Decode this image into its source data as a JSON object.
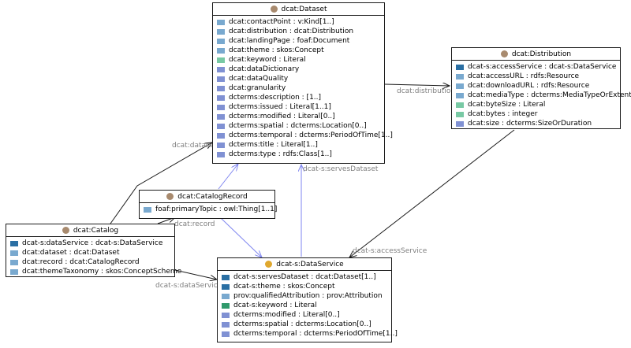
{
  "icon_colors": {
    "object-ref-dark": "#2a6fa3",
    "object-ref": "#79a9cf",
    "literal": "#78c9a4",
    "literal-dark": "#2f9a6b",
    "annotation": "#8091d3"
  },
  "classes": {
    "dataset": {
      "name": "dcat:Dataset",
      "dot_color": "#a88a6e",
      "props": [
        {
          "label": "dcat:contactPoint : v:Kind[1..]",
          "kind": "object-ref"
        },
        {
          "label": "dcat:distribution : dcat:Distribution",
          "kind": "object-ref"
        },
        {
          "label": "dcat:landingPage : foaf:Document",
          "kind": "object-ref"
        },
        {
          "label": "dcat:theme : skos:Concept",
          "kind": "object-ref"
        },
        {
          "label": "dcat:keyword : Literal",
          "kind": "literal"
        },
        {
          "label": "dcat:dataDictionary",
          "kind": "annotation"
        },
        {
          "label": "dcat:dataQuality",
          "kind": "annotation"
        },
        {
          "label": "dcat:granularity",
          "kind": "annotation"
        },
        {
          "label": "dcterms:description : [1..]",
          "kind": "annotation"
        },
        {
          "label": "dcterms:issued : Literal[1..1]",
          "kind": "annotation"
        },
        {
          "label": "dcterms:modified : Literal[0..]",
          "kind": "annotation"
        },
        {
          "label": "dcterms:spatial : dcterms:Location[0..]",
          "kind": "annotation"
        },
        {
          "label": "dcterms:temporal : dcterms:PeriodOfTime[1..]",
          "kind": "annotation"
        },
        {
          "label": "dcterms:title : Literal[1..]",
          "kind": "annotation"
        },
        {
          "label": "dcterms:type : rdfs:Class[1..]",
          "kind": "annotation"
        }
      ]
    },
    "distribution": {
      "name": "dcat:Distribution",
      "dot_color": "#a88a6e",
      "props": [
        {
          "label": "dcat-s:accessService : dcat-s:DataService",
          "kind": "object-ref-dark"
        },
        {
          "label": "dcat:accessURL : rdfs:Resource",
          "kind": "object-ref"
        },
        {
          "label": "dcat:downloadURL : rdfs:Resource",
          "kind": "object-ref"
        },
        {
          "label": "dcat:mediaType : dcterms:MediaTypeOrExtent",
          "kind": "object-ref"
        },
        {
          "label": "dcat:byteSize : Literal",
          "kind": "literal"
        },
        {
          "label": "dcat:bytes : integer",
          "kind": "literal"
        },
        {
          "label": "dcat:size : dcterms:SizeOrDuration",
          "kind": "annotation"
        }
      ]
    },
    "catalog_record": {
      "name": "dcat:CatalogRecord",
      "dot_color": "#a88a6e",
      "props": [
        {
          "label": "foaf:primaryTopic : owl:Thing[1..1]",
          "kind": "object-ref"
        }
      ]
    },
    "catalog": {
      "name": "dcat:Catalog",
      "dot_color": "#a88a6e",
      "props": [
        {
          "label": "dcat-s:dataService : dcat-s:DataService",
          "kind": "object-ref-dark"
        },
        {
          "label": "dcat:dataset : dcat:Dataset",
          "kind": "object-ref"
        },
        {
          "label": "dcat:record : dcat:CatalogRecord",
          "kind": "object-ref"
        },
        {
          "label": "dcat:themeTaxonomy : skos:ConceptScheme",
          "kind": "object-ref"
        }
      ]
    },
    "data_service": {
      "name": "dcat-s:DataService",
      "dot_color": "#e0a82e",
      "props": [
        {
          "label": "dcat-s:servesDataset : dcat:Dataset[1..]",
          "kind": "object-ref-dark"
        },
        {
          "label": "dcat-s:theme : skos:Concept",
          "kind": "object-ref-dark"
        },
        {
          "label": "prov:qualifiedAttribution : prov:Attribution",
          "kind": "object-ref"
        },
        {
          "label": "dcat-s:keyword : Literal",
          "kind": "literal-dark"
        },
        {
          "label": "dcterms:modified : Literal[0..]",
          "kind": "annotation"
        },
        {
          "label": "dcterms:spatial : dcterms:Location[0..]",
          "kind": "annotation"
        },
        {
          "label": "dcterms:temporal : dcterms:PeriodOfTime[1..]",
          "kind": "annotation"
        }
      ]
    }
  },
  "edges": {
    "dataset": {
      "label": "dcat:dataset",
      "from": "catalog",
      "to": "dataset",
      "style": "association"
    },
    "distribution": {
      "label": "dcat:distribution",
      "from": "dataset",
      "to": "distribution",
      "style": "association"
    },
    "serves_dataset": {
      "label": "dcat-s:servesDataset",
      "from": "data_service",
      "to": "dataset",
      "style": "subproperty"
    },
    "access_service": {
      "label": "dcat-s:accessService",
      "from": "distribution",
      "to": "data_service",
      "style": "association"
    },
    "record": {
      "label": "dcat:record",
      "from": "catalog",
      "to": "catalog_record",
      "style": "association"
    },
    "data_service": {
      "label": "dcat-s:dataService",
      "from": "catalog",
      "to": "data_service",
      "style": "association"
    },
    "primary_topic_up": {
      "label": "",
      "from": "catalog_record",
      "to": "dataset",
      "style": "subproperty"
    },
    "primary_topic_down": {
      "label": "",
      "from": "catalog_record",
      "to": "data_service",
      "style": "subproperty"
    }
  }
}
